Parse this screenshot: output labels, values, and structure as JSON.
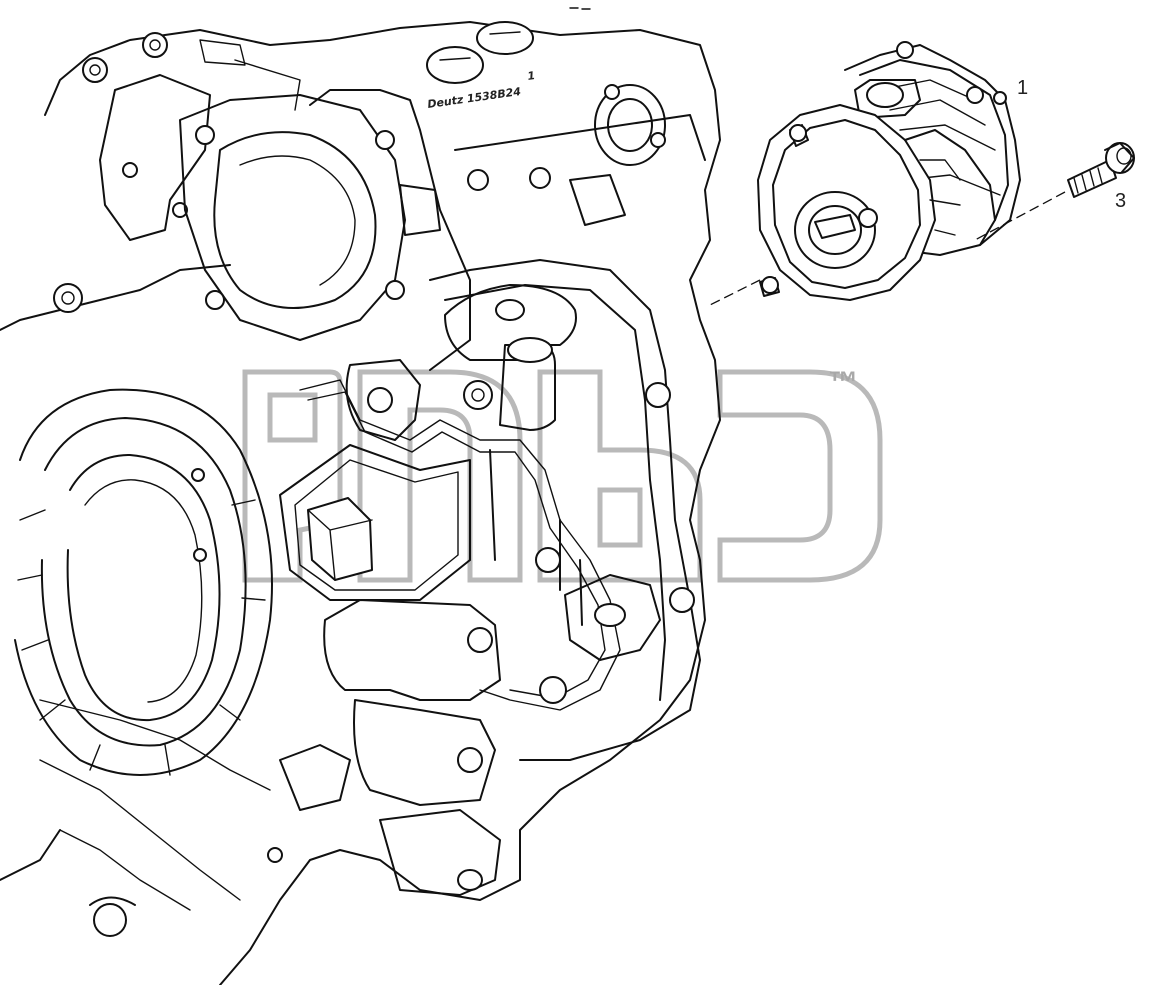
{
  "callouts": [
    {
      "id": "1",
      "label": "1"
    },
    {
      "id": "3",
      "label": "3"
    }
  ],
  "watermark": {
    "trademark": "™"
  },
  "casting_text": "Deutz 1538B24",
  "casting_mark": "1",
  "colors": {
    "line": "#111111",
    "watermark": "#b9b9b9",
    "background": "#ffffff"
  }
}
